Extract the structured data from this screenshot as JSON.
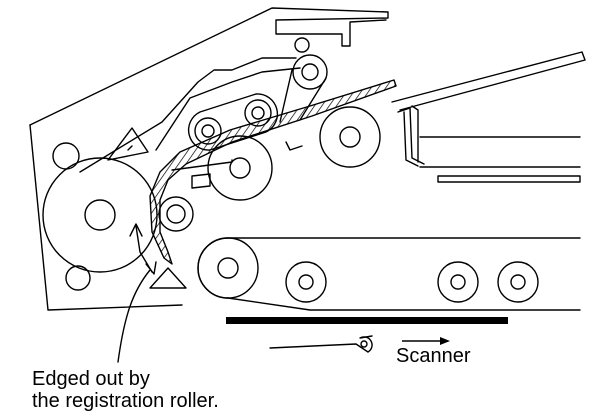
{
  "labels": {
    "scanner": "Scanner",
    "edged_line1": "Edged out by",
    "edged_line2": "the registration roller."
  },
  "colors": {
    "ink": "#000000",
    "paper": "#ffffff"
  }
}
